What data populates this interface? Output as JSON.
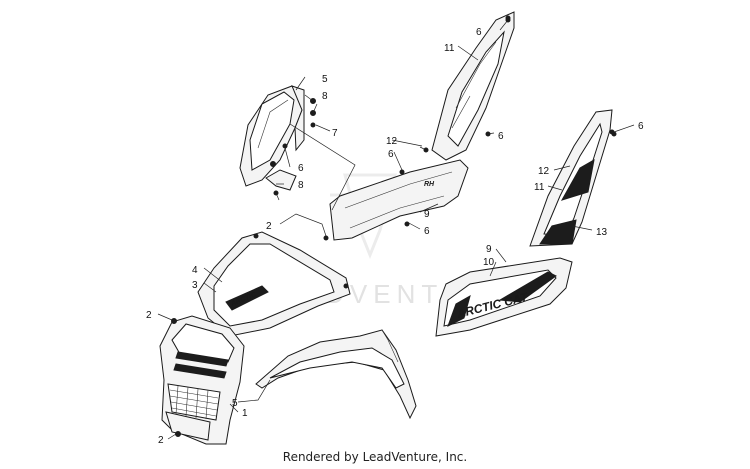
{
  "watermark": "LEADVENTURE",
  "footer": "Rendered by LeadVenture, Inc.",
  "decals": {
    "hood_brand": "ARCTIC",
    "side_brand": "ARCTIC CAT",
    "rh_mark": "RH"
  },
  "callouts": {
    "c5a": "5",
    "c8a": "8",
    "c7": "7",
    "c6a": "6",
    "c8b": "8",
    "c2a": "2",
    "c6b": "6",
    "c11a": "11",
    "c12a": "12",
    "c6c": "6",
    "c6d": "6",
    "c9a": "9",
    "c6e": "6",
    "c6f": "6",
    "c12b": "12",
    "c11b": "11",
    "c13": "13",
    "c4": "4",
    "c3": "3",
    "c9b": "9",
    "c10": "10",
    "c2b": "2",
    "c5b": "5",
    "c1": "1",
    "c2c": "2"
  }
}
